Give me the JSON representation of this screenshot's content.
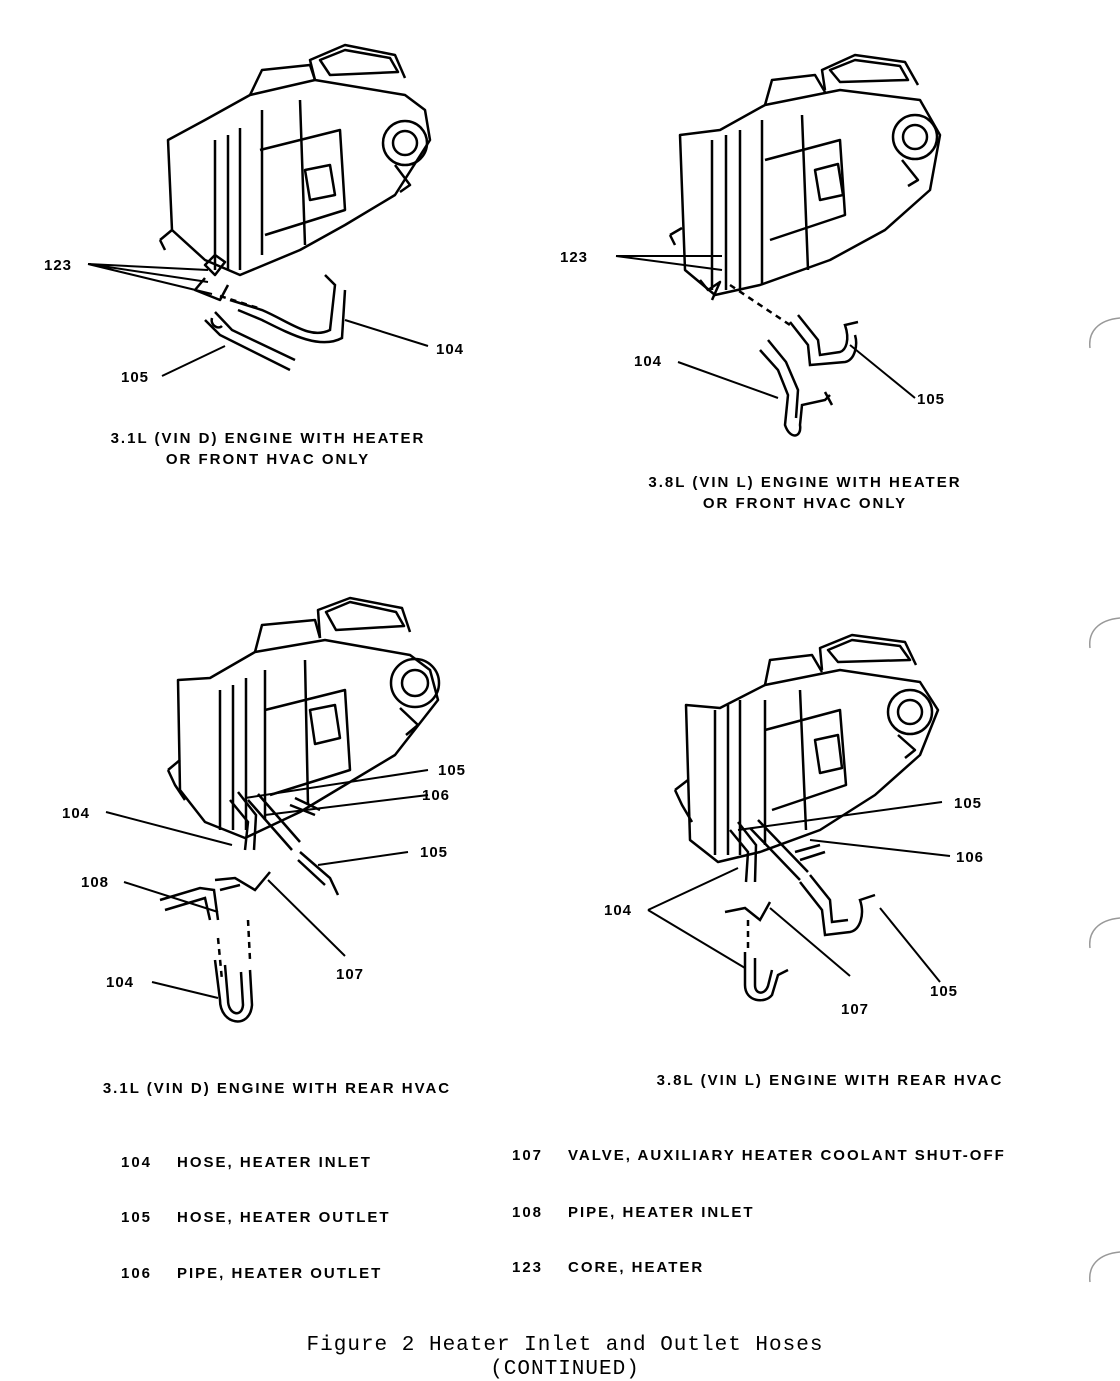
{
  "diagrams": [
    {
      "caption_line1": "3.1L (VIN D) ENGINE WITH HEATER",
      "caption_line2": "OR FRONT HVAC ONLY",
      "callouts": {
        "a": "123",
        "b": "104",
        "c": "105"
      }
    },
    {
      "caption_line1": "3.8L (VIN L) ENGINE WITH HEATER",
      "caption_line2": "OR FRONT HVAC ONLY",
      "callouts": {
        "a": "123",
        "b": "104",
        "c": "105"
      }
    },
    {
      "caption_line1": "3.1L (VIN D) ENGINE WITH REAR HVAC",
      "callouts": {
        "a": "105",
        "b": "106",
        "c": "104",
        "d": "105",
        "e": "108",
        "f": "107",
        "g": "104"
      }
    },
    {
      "caption_line1": "3.8L (VIN L) ENGINE WITH REAR HVAC",
      "callouts": {
        "a": "105",
        "b": "106",
        "c": "104",
        "d": "107",
        "e": "105"
      }
    }
  ],
  "legend": [
    {
      "num": "104",
      "text": "HOSE, HEATER INLET"
    },
    {
      "num": "105",
      "text": "HOSE, HEATER OUTLET"
    },
    {
      "num": "106",
      "text": "PIPE, HEATER OUTLET"
    },
    {
      "num": "107",
      "text": "VALVE, AUXILIARY HEATER COOLANT SHUT-OFF"
    },
    {
      "num": "108",
      "text": "PIPE, HEATER INLET"
    },
    {
      "num": "123",
      "text": "CORE, HEATER"
    }
  ],
  "figure": {
    "title": "Figure 2 Heater Inlet and Outlet Hoses",
    "subtitle": "(CONTINUED)"
  }
}
